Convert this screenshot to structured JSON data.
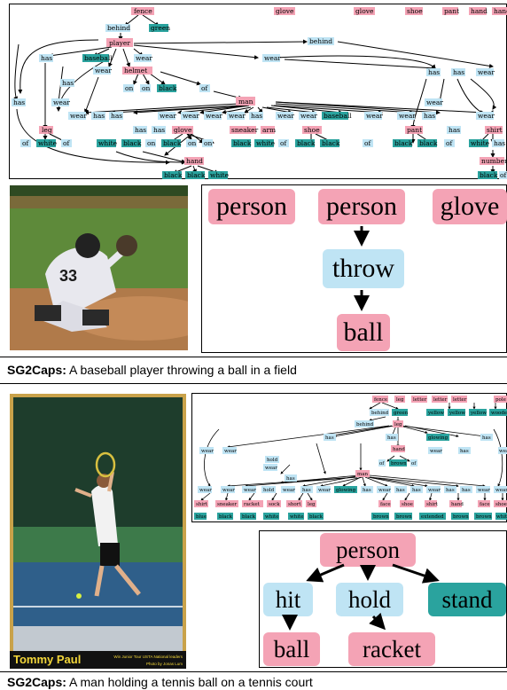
{
  "graph1": {
    "top_nodes": [
      "fence",
      "glove",
      "glove",
      "shoe",
      "pant",
      "hand",
      "hand"
    ],
    "nodes": {
      "behind": "behind",
      "green": "green",
      "player": "player",
      "behind2": "behind",
      "has": "has",
      "baseball": "baseball",
      "wear": "wear",
      "helmet": "helmet",
      "on": "on",
      "black": "black",
      "of": "of",
      "man": "man",
      "leg": "leg",
      "glove": "glove",
      "white": "white",
      "sneaker": "sneaker",
      "arm": "arm",
      "shoe": "shoe",
      "pant": "pant",
      "shirt": "shirt",
      "number": "number",
      "hand": "hand"
    }
  },
  "panel1": {
    "nodes": [
      "person",
      "person",
      "glove",
      "throw",
      "ball"
    ],
    "caption_label": "SG2Caps:",
    "caption_text": " A baseball player throwing a ball in a field"
  },
  "graph2": {
    "top_nodes": [
      "fence",
      "leg",
      "letter",
      "letter",
      "letter",
      "pole"
    ],
    "row2": [
      "behind",
      "green",
      "yellow",
      "yellow",
      "yellow",
      "wooden"
    ],
    "nodes": {
      "behind": "behind",
      "leg": "leg",
      "has": "has",
      "hand": "hand",
      "glowing": "glowing",
      "wear": "wear",
      "hold": "hold",
      "man": "man",
      "shirt": "shirt",
      "sneaker": "sneaker",
      "sock": "sock",
      "short": "short",
      "shoe": "shoe",
      "racket": "racket",
      "face": "face",
      "blue": "blue",
      "black": "black",
      "white": "white",
      "brown": "brown",
      "extended": "extended",
      "of": "of"
    }
  },
  "panel2": {
    "nodes": [
      "person",
      "hit",
      "hold",
      "stand",
      "ball",
      "racket"
    ],
    "caption_label": "SG2Caps:",
    "caption_text": " A man holding a tennis ball on a tennis court"
  },
  "photo1": {
    "jersey_number": "33"
  },
  "photo2": {
    "name_label": "Tommy Paul",
    "sub_label_1": "Win Junior Tour USTA National leaders",
    "sub_label_2": "Photo by Jonas Lum"
  },
  "colors": {
    "pink": "#f4a3b5",
    "blue": "#bfe4f4",
    "teal": "#2aa39e"
  }
}
